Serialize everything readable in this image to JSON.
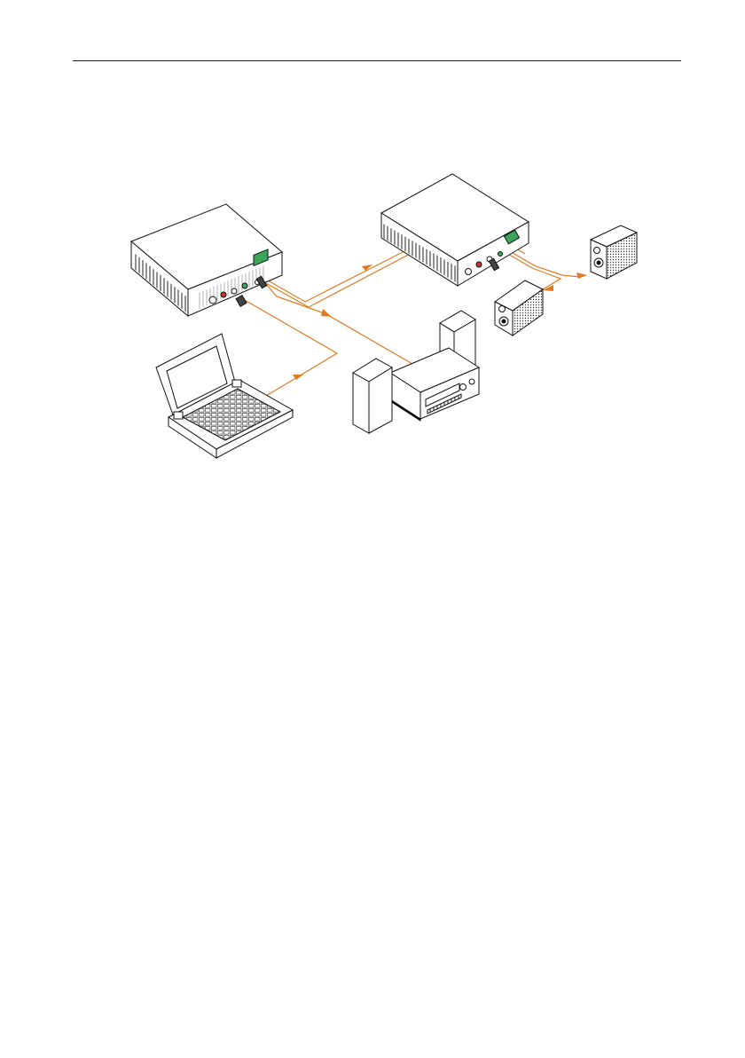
{
  "page": {
    "background": "#ffffff"
  },
  "diagram": {
    "cable_color": "#e07a1f",
    "device_stroke": "#111111",
    "device_fill": "#ffffff",
    "accent_green": "#3aa65a",
    "accent_red": "#c0392b",
    "nodes": [
      {
        "id": "transmitter-unit",
        "icon": "matrix-box-icon"
      },
      {
        "id": "receiver-unit",
        "icon": "matrix-box-icon"
      },
      {
        "id": "laptop",
        "icon": "laptop-icon"
      },
      {
        "id": "stereo-receiver",
        "icon": "amplifier-icon"
      },
      {
        "id": "floor-speaker-left",
        "icon": "tower-speaker-icon"
      },
      {
        "id": "floor-speaker-right",
        "icon": "tower-speaker-icon"
      },
      {
        "id": "wall-speaker-upper",
        "icon": "bookshelf-speaker-icon"
      },
      {
        "id": "wall-speaker-lower",
        "icon": "bookshelf-speaker-icon"
      }
    ],
    "connections": [
      {
        "from": "laptop",
        "to": "transmitter-unit"
      },
      {
        "from": "transmitter-unit",
        "to": "receiver-unit"
      },
      {
        "from": "transmitter-unit",
        "to": "stereo-receiver"
      },
      {
        "from": "receiver-unit",
        "to": "wall-speaker-upper"
      },
      {
        "from": "receiver-unit",
        "to": "wall-speaker-lower"
      }
    ]
  }
}
